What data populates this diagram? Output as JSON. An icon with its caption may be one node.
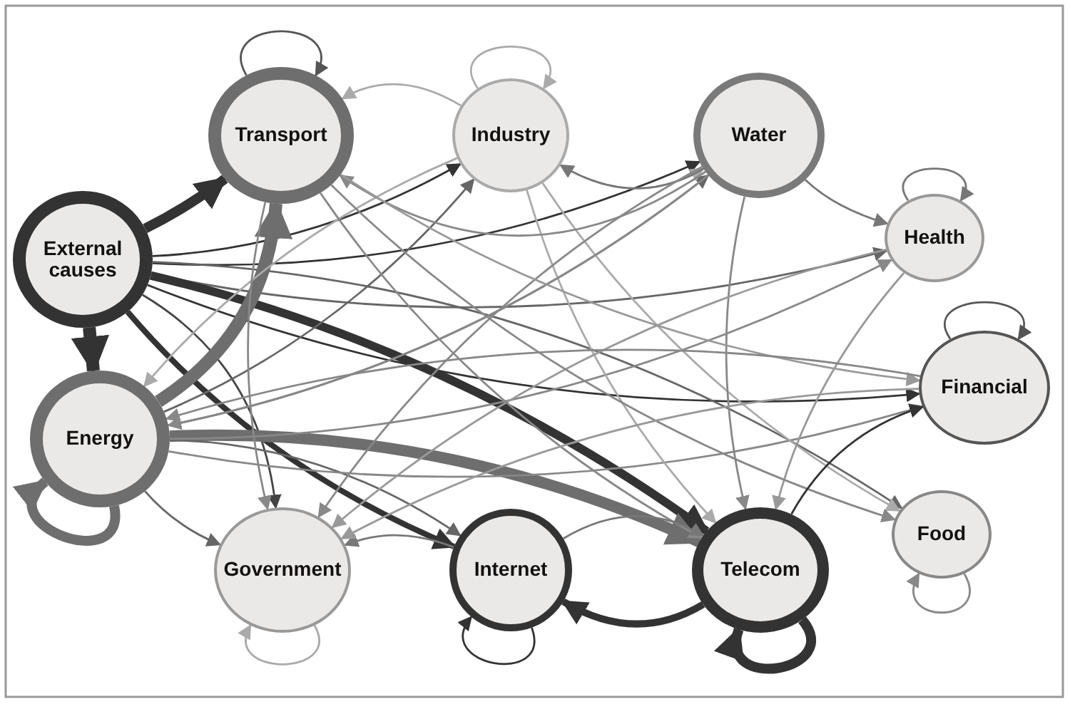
{
  "diagram": {
    "nodes": [
      {
        "text": [
          "External causes"
        ]
      },
      {
        "text": [
          "Transport"
        ]
      },
      {
        "text": [
          "Industry"
        ]
      },
      {
        "text": [
          "Water"
        ]
      },
      {
        "text": [
          "Health"
        ]
      },
      {
        "text": [
          "Financial"
        ]
      },
      {
        "text": [
          "Energy"
        ]
      },
      {
        "text": [
          "Government"
        ]
      },
      {
        "text": [
          "Internet"
        ]
      },
      {
        "text": [
          "Telecom"
        ]
      },
      {
        "text": [
          "Food"
        ]
      }
    ],
    "edges": [
      {
        "from": 1,
        "to": 1,
        "arrow": "to",
        "color": "#555555"
      },
      {
        "from": 2,
        "to": 2,
        "arrow": "to",
        "color": "#aaaaaa"
      },
      {
        "from": 4,
        "to": 4,
        "arrow": "to",
        "color": "#777777"
      },
      {
        "from": 5,
        "to": 5,
        "arrow": "to",
        "color": "#555555"
      },
      {
        "from": 6,
        "to": 6,
        "arrow": "to",
        "style": "thick",
        "color": "#6e6e6e"
      },
      {
        "from": 7,
        "to": 7,
        "arrow": "to",
        "color": "#aaaaaa"
      },
      {
        "from": 8,
        "to": 8,
        "arrow": "to",
        "color": "#333333"
      },
      {
        "from": 9,
        "to": 9,
        "arrow": "to",
        "style": "thick",
        "color": "#333333"
      },
      {
        "from": 10,
        "to": 10,
        "arrow": "to"
      },
      {
        "from": 0,
        "to": 1,
        "arrow": "to",
        "style": "thick",
        "color": "#333333"
      },
      {
        "from": 0,
        "to": 6,
        "arrow": "to",
        "style": "thick",
        "color": "#333333"
      },
      {
        "from": 0,
        "to": 2,
        "arrow": "to",
        "color": "#333333"
      },
      {
        "from": 0,
        "to": 3,
        "arrow": "to",
        "color": "#333333"
      },
      {
        "from": 0,
        "to": 4,
        "arrow": "to",
        "color": "#666666"
      },
      {
        "from": 0,
        "to": 5,
        "arrow": "to",
        "color": "#333333"
      },
      {
        "from": 0,
        "to": 9,
        "arrow": "to",
        "style": "thick",
        "color": "#333333"
      },
      {
        "from": 0,
        "to": 8,
        "arrow": "to",
        "style": "thick",
        "color": "#333333"
      },
      {
        "from": 0,
        "to": 7,
        "arrow": "to",
        "color": "#444444"
      },
      {
        "from": 0,
        "to": 10,
        "arrow": "to",
        "color": "#666666"
      },
      {
        "from": 6,
        "to": 1,
        "arrow": "to",
        "style": "thick",
        "color": "#6e6e6e"
      },
      {
        "from": 6,
        "to": 9,
        "arrow": "to",
        "style": "thick",
        "color": "#6e6e6e"
      },
      {
        "from": 6,
        "to": 3,
        "arrow": "to",
        "color": "#666666"
      },
      {
        "from": 6,
        "to": 2,
        "arrow": "to",
        "color": "#666666"
      },
      {
        "from": 6,
        "to": 7,
        "arrow": "to",
        "color": "#666666"
      },
      {
        "from": 6,
        "to": 8,
        "arrow": "to",
        "color": "#666666"
      },
      {
        "from": 6,
        "to": 4,
        "arrow": "to"
      },
      {
        "from": 6,
        "to": 5,
        "arrow": "to"
      },
      {
        "from": 2,
        "to": 1,
        "arrow": "to",
        "color": "#aaaaaa"
      },
      {
        "from": 2,
        "to": 3,
        "arrow": "to",
        "color": "#aaaaaa"
      },
      {
        "from": 2,
        "to": 6,
        "arrow": "to",
        "color": "#aaaaaa"
      },
      {
        "from": 2,
        "to": 9,
        "arrow": "to",
        "color": "#aaaaaa"
      },
      {
        "from": 2,
        "to": 10,
        "arrow": "to",
        "color": "#aaaaaa"
      },
      {
        "from": 3,
        "to": 2,
        "arrow": "to",
        "color": "#777777"
      },
      {
        "from": 3,
        "to": 4,
        "arrow": "to",
        "color": "#777777"
      },
      {
        "from": 3,
        "to": 6,
        "arrow": "to"
      },
      {
        "from": 3,
        "to": 7,
        "arrow": "to"
      },
      {
        "from": 3,
        "to": 9,
        "arrow": "to"
      },
      {
        "from": 3,
        "to": 1,
        "arrow": "to"
      },
      {
        "from": 4,
        "to": 9,
        "arrow": "to",
        "color": "#999999"
      },
      {
        "from": 4,
        "to": 7,
        "arrow": "to",
        "color": "#999999"
      },
      {
        "from": 1,
        "to": 7,
        "arrow": "to"
      },
      {
        "from": 1,
        "to": 10,
        "arrow": "to"
      },
      {
        "from": 1,
        "to": 9,
        "arrow": "to"
      },
      {
        "from": 1,
        "to": 5,
        "arrow": "to",
        "color": "#999999"
      },
      {
        "from": 8,
        "to": 7,
        "arrow": "to",
        "color": "#777777"
      },
      {
        "from": 8,
        "to": 9,
        "arrow": "to",
        "color": "#777777"
      },
      {
        "from": 9,
        "to": 8,
        "arrow": "to",
        "style": "thick",
        "color": "#333333"
      },
      {
        "from": 9,
        "to": 5,
        "arrow": "to",
        "color": "#333333"
      },
      {
        "from": 5,
        "to": 6,
        "arrow": "to"
      },
      {
        "from": 5,
        "to": 7,
        "arrow": "to",
        "color": "#999999"
      }
    ]
  }
}
